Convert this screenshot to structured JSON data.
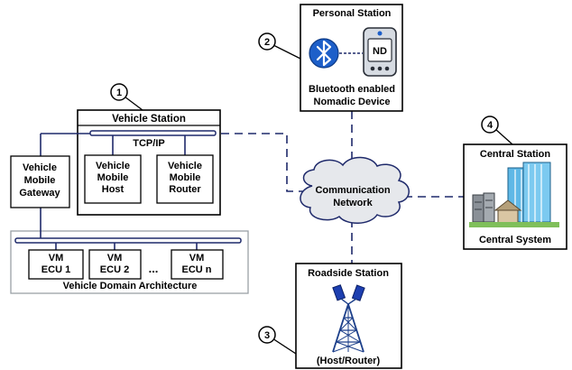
{
  "colors": {
    "link": "#1f2a6b",
    "box_border": "#000000",
    "gray_box": "#9aa0a6",
    "cloud_fill": "#e6e8ec",
    "bluetooth": "#1d5fc9",
    "tower": "#1c3f8a"
  },
  "markers": [
    "1",
    "2",
    "3",
    "4"
  ],
  "personal_station": {
    "title": "Personal Station",
    "device_label": "ND",
    "caption_line1": "Bluetooth enabled",
    "caption_line2": "Nomadic Device",
    "icons": [
      "bluetooth-icon",
      "mobile-device-icon"
    ]
  },
  "vehicle_station": {
    "title": "Vehicle Station",
    "bus_label": "TCP/IP",
    "host": [
      "Vehicle",
      "Mobile",
      "Host"
    ],
    "router": [
      "Vehicle",
      "Mobile",
      "Router"
    ]
  },
  "gateway": [
    "Vehicle",
    "Mobile",
    "Gateway"
  ],
  "vehicle_domain": {
    "caption": "Vehicle Domain Architecture",
    "ecus": [
      {
        "line1": "VM",
        "line2": "ECU 1"
      },
      {
        "line1": "VM",
        "line2": "ECU 2"
      },
      {
        "line1": "VM",
        "line2": "ECU n"
      }
    ],
    "ellipsis": "..."
  },
  "network": {
    "line1": "Communication",
    "line2": "Network"
  },
  "central_station": {
    "title": "Central Station",
    "caption": "Central System",
    "icon": "building-icon"
  },
  "roadside_station": {
    "title": "Roadside Station",
    "caption": "(Host/Router)",
    "icon": "antenna-tower-icon"
  }
}
